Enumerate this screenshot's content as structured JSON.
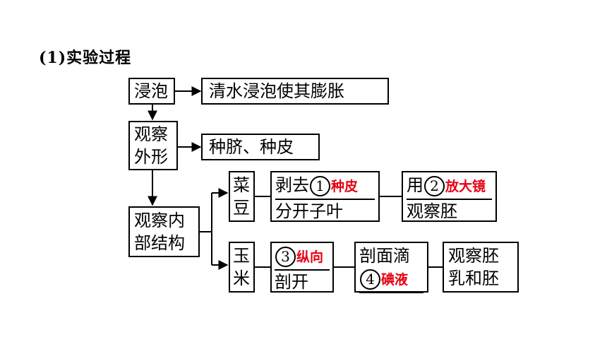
{
  "heading": "(1)实验过程",
  "steps": {
    "soak": "浸泡",
    "soak_desc": "清水浸泡使其膨胀",
    "observe_outer_1": "观察",
    "observe_outer_2": "外形",
    "outer_desc": "种脐、种皮",
    "observe_inner_1": "观察内",
    "observe_inner_2": "部结构"
  },
  "bean": {
    "label_1": "菜",
    "label_2": "豆",
    "step1_prefix": "剥去",
    "step1_num": "1",
    "step1_answer": "种皮",
    "step1_line2": "分开子叶",
    "step2_prefix": "用",
    "step2_num": "2",
    "step2_answer": "放大镜",
    "step2_line2": "观察胚"
  },
  "corn": {
    "label_1": "玉",
    "label_2": "米",
    "step1_num": "3",
    "step1_answer": "纵向",
    "step1_line2": "剖开",
    "step2_line1": "剖面滴",
    "step2_num": "4",
    "step2_answer": "碘液",
    "step3_line1": "观察胚",
    "step3_line2": "乳和胚"
  },
  "colors": {
    "answer": "#e60012",
    "line": "#000000"
  }
}
